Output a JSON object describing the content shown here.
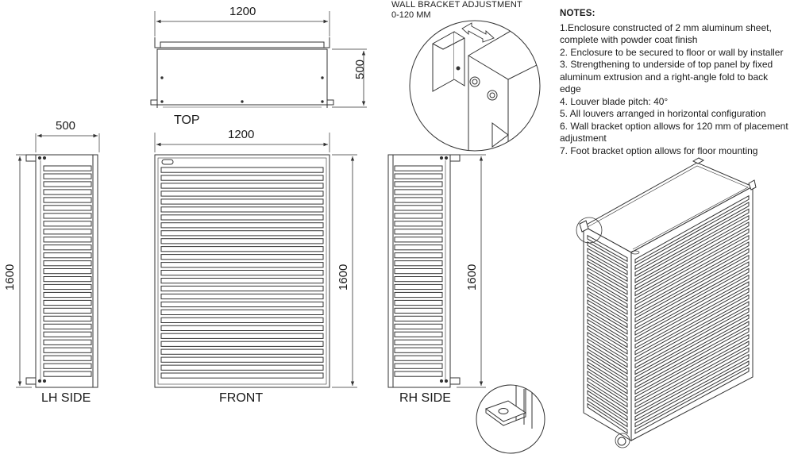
{
  "views": {
    "top": {
      "label": "TOP",
      "width_dim": "1200",
      "depth_dim": "500"
    },
    "lh_side": {
      "label": "LH SIDE",
      "width_dim": "500",
      "height_dim": "1600"
    },
    "front": {
      "label": "FRONT",
      "width_dim": "1200",
      "height_dim": "1600"
    },
    "rh_side": {
      "label": "RH SIDE",
      "height_dim": "1600"
    }
  },
  "wall_bracket": {
    "title": "WALL BRACKET ADJUSTMENT",
    "range": "0-120 MM"
  },
  "notes": {
    "heading": "NOTES:",
    "items": [
      "1.Enclosure constructed of 2 mm aluminum sheet, complete with powder coat finish",
      "2. Enclosure to be secured to floor or wall by installer",
      "3. Strengthening to underside of top panel by fixed aluminum extrusion and a right-angle fold to back edge",
      "4. Louver blade pitch: 40°",
      "5. All louvers arranged in horizontal configuration",
      "6. Wall bracket option allows for 120 mm of placement adjustment",
      "7. Foot bracket option allows for floor mounting"
    ]
  },
  "colors": {
    "line": "#333333",
    "background": "#ffffff"
  }
}
